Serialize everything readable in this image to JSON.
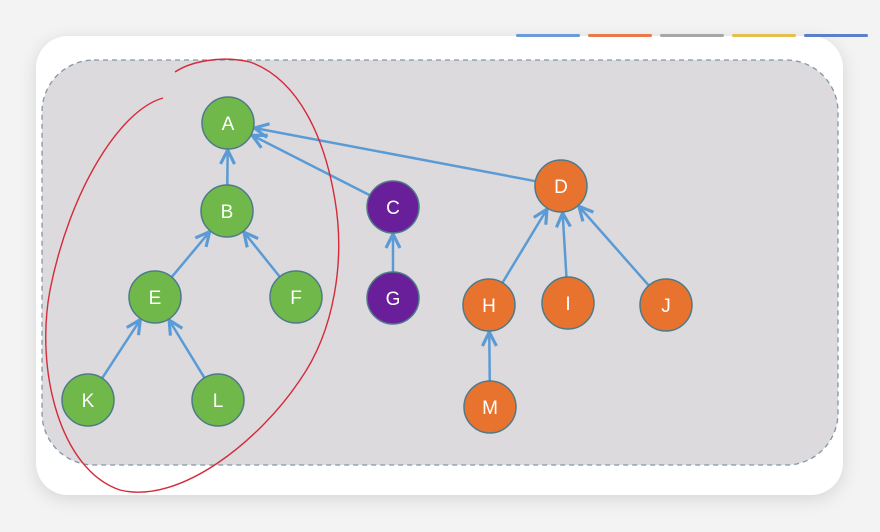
{
  "colors": {
    "green": "#70b84a",
    "purple": "#6a1f9a",
    "orange": "#e8732e",
    "edge": "#5b9bd5",
    "annotation": "#d42a3a",
    "panel": "#dcdadd"
  },
  "tab_colors": [
    "#6a9bd8",
    "#e8794d",
    "#a6a6a6",
    "#e6bf4f",
    "#5b7fc9"
  ],
  "nodes": [
    {
      "id": "A",
      "label": "A",
      "group": "green"
    },
    {
      "id": "B",
      "label": "B",
      "group": "green"
    },
    {
      "id": "C",
      "label": "C",
      "group": "purple"
    },
    {
      "id": "D",
      "label": "D",
      "group": "orange"
    },
    {
      "id": "E",
      "label": "E",
      "group": "green"
    },
    {
      "id": "F",
      "label": "F",
      "group": "green"
    },
    {
      "id": "G",
      "label": "G",
      "group": "purple"
    },
    {
      "id": "H",
      "label": "H",
      "group": "orange"
    },
    {
      "id": "I",
      "label": "I",
      "group": "orange"
    },
    {
      "id": "J",
      "label": "J",
      "group": "orange"
    },
    {
      "id": "K",
      "label": "K",
      "group": "green"
    },
    {
      "id": "L",
      "label": "L",
      "group": "green"
    },
    {
      "id": "M",
      "label": "M",
      "group": "orange"
    }
  ],
  "edges": [
    [
      "B",
      "A"
    ],
    [
      "C",
      "A"
    ],
    [
      "D",
      "A"
    ],
    [
      "E",
      "B"
    ],
    [
      "F",
      "B"
    ],
    [
      "G",
      "C"
    ],
    [
      "H",
      "D"
    ],
    [
      "I",
      "D"
    ],
    [
      "J",
      "D"
    ],
    [
      "K",
      "E"
    ],
    [
      "L",
      "E"
    ],
    [
      "M",
      "H"
    ]
  ]
}
